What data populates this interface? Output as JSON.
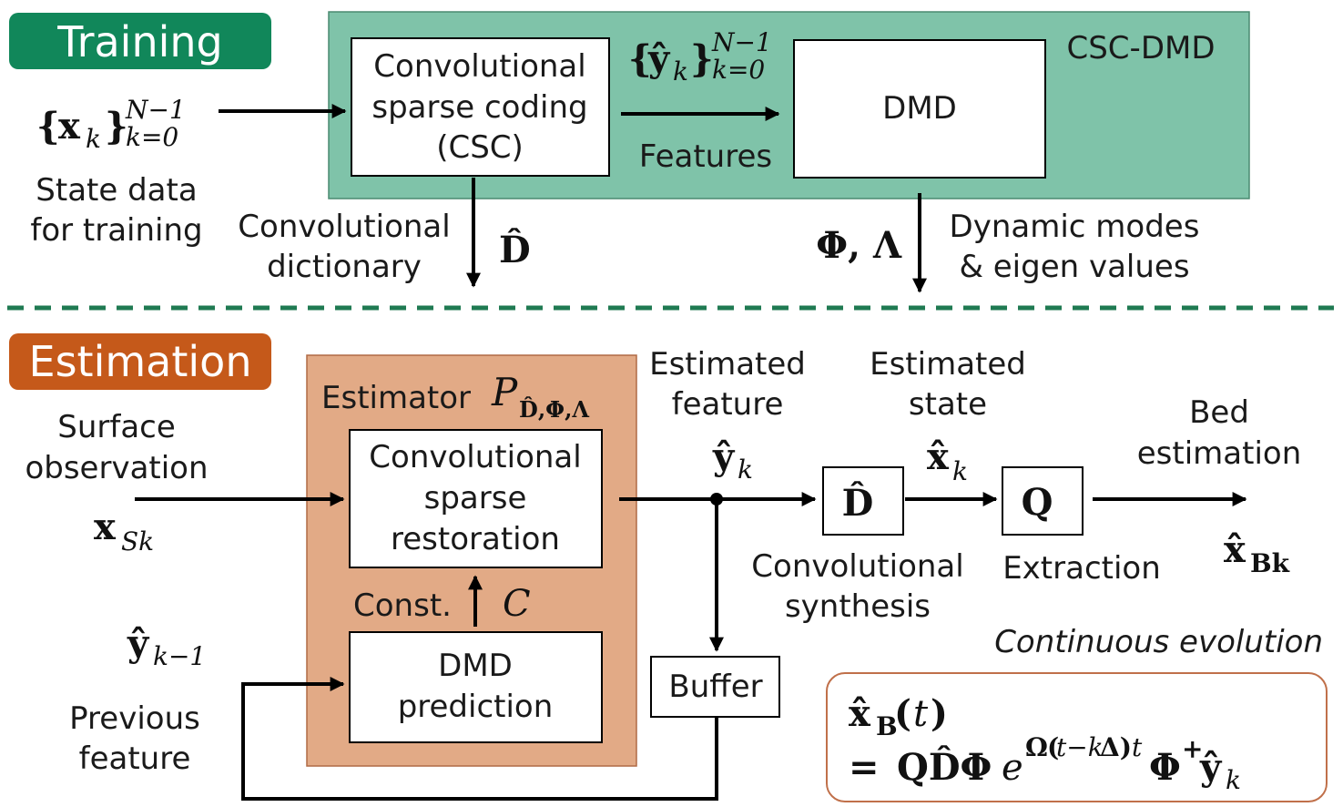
{
  "colors": {
    "training": "#11875a",
    "csc_dmd_bg": "#7fc3a9",
    "estimation": "#c5591a",
    "estimator_bg": "#e2aa86",
    "formula_border": "#c0704a",
    "divider": "#1f7a52"
  },
  "training": {
    "tag": "Training",
    "container_label": "CSC-DMD",
    "input_label": "{x_k}_{k=0}^{N-1}",
    "input_desc": [
      "State data",
      "for training"
    ],
    "csc_box": [
      "Convolutional",
      "sparse coding",
      "(CSC)"
    ],
    "features_math": "{ŷ_k}_{k=0}^{N-1}",
    "features_label": "Features",
    "dmd_box": "DMD",
    "dict_label": [
      "Convolutional",
      "dictionary"
    ],
    "dict_symbol": "D̂",
    "modes_symbol": "Φ, Λ",
    "modes_label": [
      "Dynamic modes",
      "& eigen values"
    ]
  },
  "estimation": {
    "tag": "Estimation",
    "estimator_label": "Estimator",
    "estimator_symbol": "P",
    "estimator_sub": "D̂,Φ,Λ",
    "surface_label": [
      "Surface",
      "observation"
    ],
    "surface_symbol": "x",
    "surface_sub": "Sk",
    "restoration_box": [
      "Convolutional",
      "sparse",
      "restoration"
    ],
    "const_label": "Const.",
    "const_symbol": "C",
    "prediction_box": [
      "DMD",
      "prediction"
    ],
    "prev_symbol": "ŷ",
    "prev_sub": "k−1",
    "prev_label": [
      "Previous",
      "feature"
    ],
    "est_feature_label": [
      "Estimated",
      "feature"
    ],
    "est_feature_symbol": "ŷ",
    "est_feature_sub": "k",
    "buffer_box": "Buffer",
    "synth_box": "D̂",
    "synth_label": [
      "Convolutional",
      "synthesis"
    ],
    "est_state_label": [
      "Estimated",
      "state"
    ],
    "est_state_symbol": "x̂",
    "est_state_sub": "k",
    "extract_box": "Q",
    "extract_label": "Extraction",
    "bed_label": [
      "Bed",
      "estimation"
    ],
    "bed_symbol": "x̂",
    "bed_sub": "Bk",
    "continuous_label": "Continuous evolution",
    "formula_line1": "x̂_B(t)",
    "formula_line2": "= QD̂Φe^{Ω(t−kΔ)t}Φ⁺ŷ_k"
  }
}
